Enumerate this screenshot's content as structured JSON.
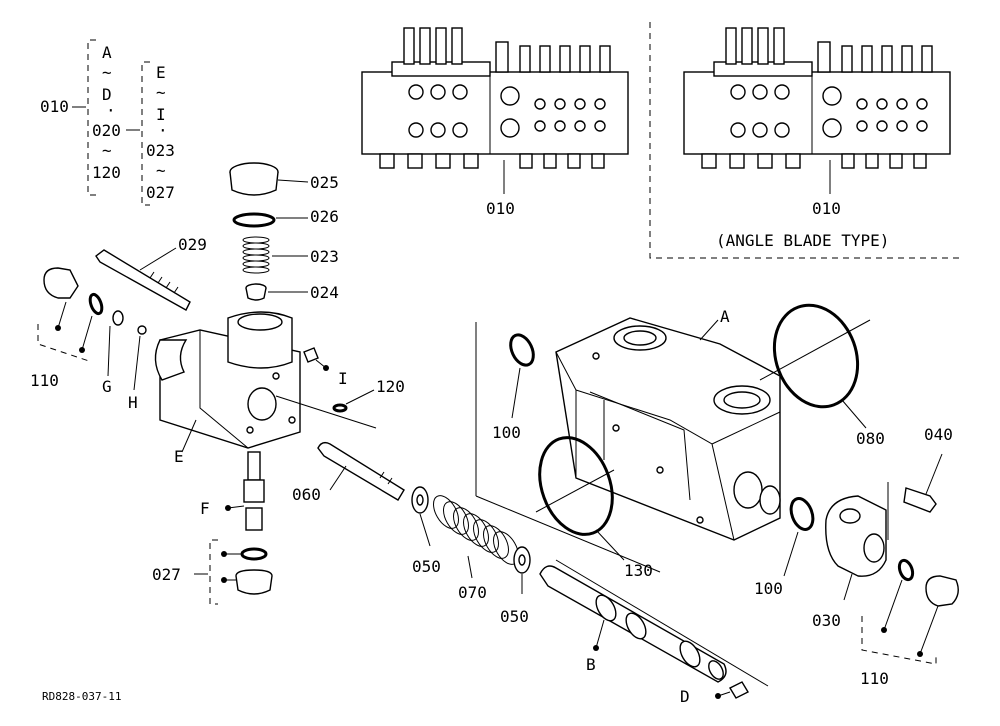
{
  "legend": {
    "root": "010",
    "left_group": [
      "A",
      "~",
      "D",
      "·",
      "020",
      "~",
      "120"
    ],
    "right_group": [
      "E",
      "~",
      "I",
      "·",
      "023",
      "~",
      "027"
    ]
  },
  "assemblies": {
    "standard_label": "010",
    "angle_label": "010",
    "angle_caption": "(ANGLE BLADE TYPE)"
  },
  "parts": {
    "p025": "025",
    "p026": "026",
    "p023": "023",
    "p024": "024",
    "p029": "029",
    "p110_left": "110",
    "p110_right": "110",
    "pG": "G",
    "pH": "H",
    "pI": "I",
    "p120": "120",
    "pE": "E",
    "p060": "060",
    "pF": "F",
    "p027": "027",
    "p050_a": "050",
    "p050_b": "050",
    "p070": "070",
    "pB": "B",
    "pD": "D",
    "p100_a": "100",
    "p100_b": "100",
    "p130": "130",
    "pA": "A",
    "p080": "080",
    "p040": "040",
    "p030": "030"
  },
  "drawing_code": "RD828-037-11"
}
